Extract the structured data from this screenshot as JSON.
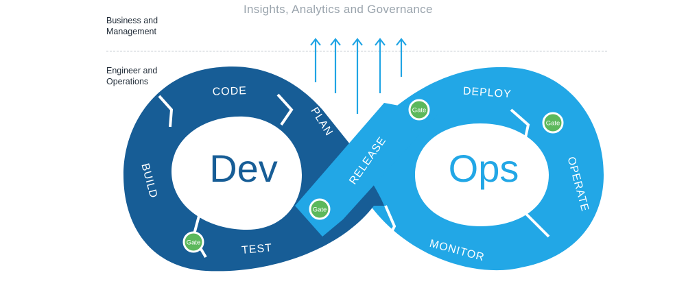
{
  "header": {
    "title": "Insights, Analytics and Governance",
    "business": "Business and Management",
    "engineer": "Engineer and Operations"
  },
  "loop": {
    "dev_word": "Dev",
    "ops_word": "Ops",
    "stages": {
      "code": "CODE",
      "plan": "PLAN",
      "build": "BUILD",
      "test": "TEST",
      "release": "RELEASE",
      "deploy": "DEPLOY",
      "operate": "OPERATE",
      "monitor": "MONITOR"
    },
    "gate": "Gate"
  },
  "colors": {
    "dev": "#175d96",
    "ops": "#22a7e6",
    "gate": "#5cb85c",
    "arrows": "#1fa4e4"
  }
}
